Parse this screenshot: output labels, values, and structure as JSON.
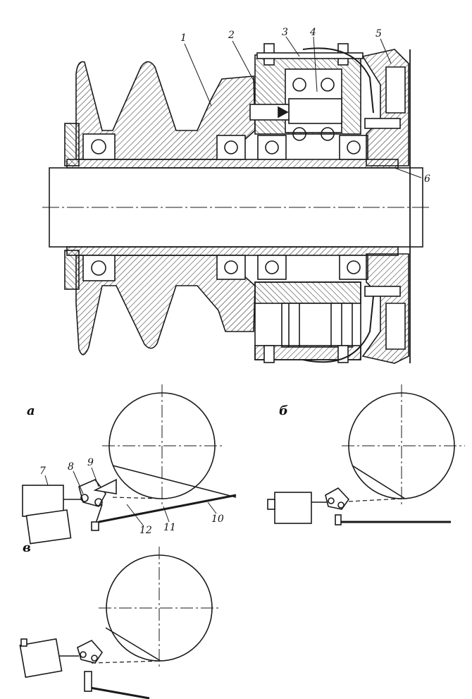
{
  "upper_labels": [
    "1",
    "2",
    "3",
    "4",
    "5",
    "6"
  ],
  "panels": {
    "a": {
      "label": "а",
      "part_labels": [
        "7",
        "8",
        "9",
        "10",
        "11",
        "12"
      ]
    },
    "b": {
      "label": "б"
    },
    "v": {
      "label": "в"
    }
  },
  "colors": {
    "ink": "#1a1a1a",
    "background": "#ffffff"
  }
}
